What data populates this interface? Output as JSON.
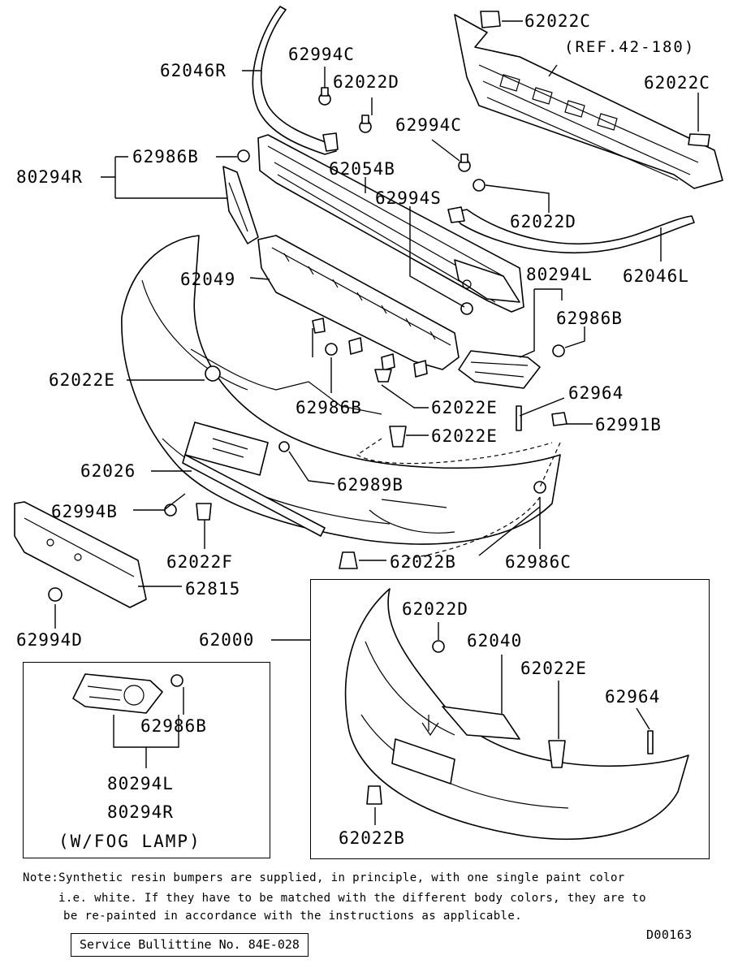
{
  "labels": {
    "l62022C_top": "62022C",
    "ref": "(REF.42-180)",
    "l62022C_right": "62022C",
    "l62046R": "62046R",
    "l62994C_a": "62994C",
    "l62022D_a": "62022D",
    "l62994C_b": "62994C",
    "l62986B_a": "62986B",
    "l80294R": "80294R",
    "l62054B": "62054B",
    "l62994S": "62994S",
    "l62022D_b": "62022D",
    "l62046L": "62046L",
    "l80294L": "80294L",
    "l62049": "62049",
    "l62986B_b": "62986B",
    "l62022E_a": "62022E",
    "l62986B_c": "62986B",
    "l62022E_b": "62022E",
    "l62964_a": "62964",
    "l62991B": "62991B",
    "l62022E_c": "62022E",
    "l62026": "62026",
    "l62989B": "62989B",
    "l62994B": "62994B",
    "l62022F": "62022F",
    "l62022B_a": "62022B",
    "l62986C": "62986C",
    "l62815": "62815",
    "l62994D": "62994D",
    "l62000": "62000",
    "l62022D_c": "62022D",
    "l62040": "62040",
    "l62022E_d": "62022E",
    "l62964_b": "62964",
    "l62022B_b": "62022B",
    "l62986B_fog": "62986B",
    "l80294L_fog": "80294L",
    "l80294R_fog": "80294R",
    "fog_caption": "(W/FOG LAMP)"
  },
  "note": {
    "line1": "Note:Synthetic resin bumpers are supplied, in principle, with one single paint color",
    "line2": "i.e. white. If they have to be matched with the different body colors, they are to",
    "line3": "be re-painted in accordance with the instructions as applicable."
  },
  "footer": {
    "service_bulletin": "Service Bullittine No. 84E-028",
    "diagram_code": "D00163"
  }
}
